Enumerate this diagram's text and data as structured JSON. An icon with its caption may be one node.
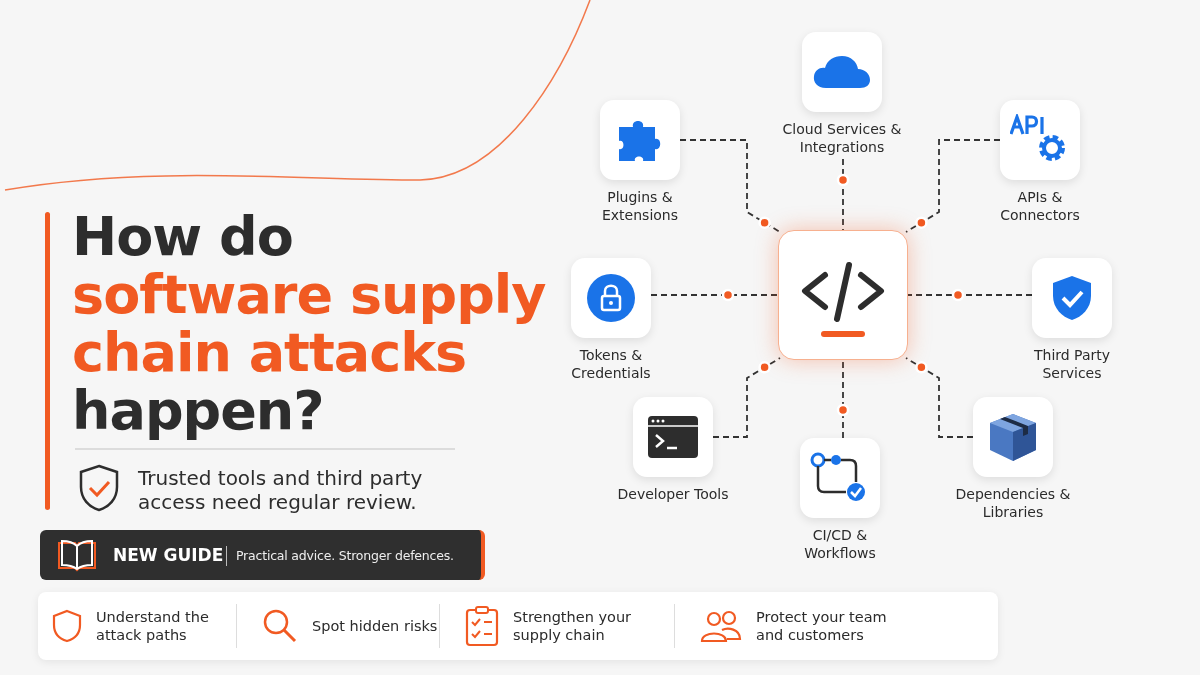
{
  "diagram": {
    "title": "How do *software supply chain attacks* happen?",
    "nodes": [
      {
        "text": [],
        "shape": "box"
      },
      {
        "text": [
          "Cloud Services & Integrations"
        ]
      },
      {
        "text": [
          "Plugins & Extensions"
        ]
      },
      {
        "text": [
          "APIs & Connectors"
        ]
      },
      {
        "text": [
          "Tokens & Credentials"
        ]
      },
      {
        "text": [
          "Third Party Services"
        ]
      },
      {
        "text": [
          "Developer Tools"
        ]
      },
      {
        "text": [
          "CI/CD & Workflows"
        ]
      },
      {
        "text": [
          "Dependencies & Libraries"
        ]
      }
    ],
    "edges": [
      {
        "from": 1,
        "to": 0,
        "arrow": "none",
        "style": "dashed"
      },
      {
        "from": 2,
        "to": 0,
        "arrow": "none",
        "style": "dashed"
      },
      {
        "from": 3,
        "to": 0,
        "arrow": "none",
        "style": "dashed"
      },
      {
        "from": 4,
        "to": 0,
        "arrow": "none",
        "style": "dashed"
      },
      {
        "from": 5,
        "to": 0,
        "arrow": "none",
        "style": "dashed"
      },
      {
        "from": 6,
        "to": 0,
        "arrow": "none",
        "style": "dashed"
      },
      {
        "from": 7,
        "to": 0,
        "arrow": "none",
        "style": "dashed"
      },
      {
        "from": 8,
        "to": 0,
        "arrow": "none",
        "style": "dashed"
      }
    ],
    "labels": [
      "Trusted tools and third party access need regular review.",
      "NEW GUIDE",
      "Practical advice. Stronger defences.",
      "Understand the attack paths",
      "Spot hidden risks",
      "Strengthen your supply chain",
      "Protect your team and customers"
    ]
  }
}
